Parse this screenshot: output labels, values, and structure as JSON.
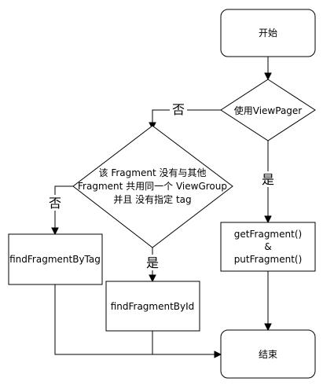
{
  "nodes": {
    "start": {
      "label": "开始"
    },
    "use_viewpager": {
      "label": "使用ViewPager"
    },
    "fragment_condition": {
      "lines": [
        "该 Fragment 没有与其他",
        "Fragment 共用同一个 ViewGroup",
        "并且 没有指定 tag"
      ]
    },
    "find_by_tag": {
      "label": "findFragmentByTag"
    },
    "find_by_id": {
      "label": "findFragmentById"
    },
    "get_put_fragment": {
      "lines": [
        "getFragment()",
        "&",
        "putFragment()"
      ]
    },
    "end": {
      "label": "结束"
    }
  },
  "edge_labels": {
    "viewpager_no": "否",
    "viewpager_yes": "是",
    "condition_no": "否",
    "condition_yes": "是"
  }
}
